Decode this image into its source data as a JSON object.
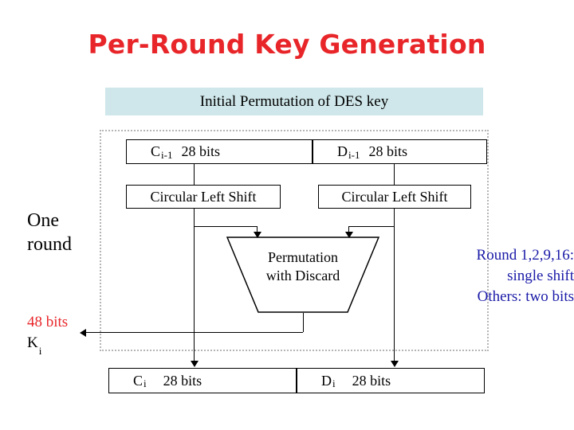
{
  "title": "Per-Round Key Generation",
  "header": {
    "label": "Initial Permutation of DES key"
  },
  "boxes": {
    "c_prev": {
      "name": "C",
      "sub": "i-1",
      "bits": "28 bits"
    },
    "d_prev": {
      "name": "D",
      "sub": "i-1",
      "bits": "28 bits"
    },
    "shift_left": "Circular Left Shift",
    "shift_right": "Circular Left Shift",
    "c_out": {
      "name": "C",
      "sub": "i",
      "bits": "28 bits"
    },
    "d_out": {
      "name": "D",
      "sub": "i",
      "bits": "28 bits"
    }
  },
  "permutation": {
    "line1": "Permutation",
    "line2": "with Discard"
  },
  "captions": {
    "one_round_line1": "One",
    "one_round_line2": "round",
    "bits": "48 bits",
    "key_name": "K",
    "key_sub": "i"
  },
  "note": {
    "line1": "Round 1,2,9,16:",
    "line2": "single shift",
    "line3": "Others: two bits"
  },
  "colors": {
    "title": "#e8262a",
    "header_bg": "#cfe7ea",
    "note": "#1a1aa8",
    "bits_red": "#e8262a"
  }
}
